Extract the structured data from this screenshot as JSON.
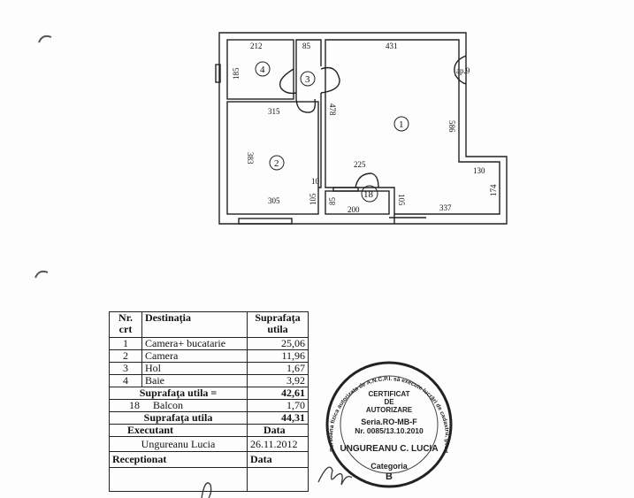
{
  "floor_plan": {
    "rooms": {
      "r1": "1",
      "r2": "2",
      "r3": "3",
      "r4": "4",
      "r18": "18"
    },
    "apartment_label": "ap.9",
    "dimensions": {
      "d212": "212",
      "d85": "85",
      "d431": "431",
      "d185": "185",
      "d315": "315",
      "d478": "478",
      "d586": "586",
      "d383": "383",
      "d225": "225",
      "d130": "130",
      "d10": "10",
      "d105a": "105",
      "d85b": "85",
      "d105b": "105",
      "d174": "174",
      "d305": "305",
      "d200": "200",
      "d337": "337"
    }
  },
  "table": {
    "header": {
      "nr": "Nr.",
      "crt": "crt",
      "destinatia": "Destinaţia",
      "suprafata": "Suprafaţa",
      "utila": "utila"
    },
    "rows": [
      {
        "nr": "1",
        "dest": "Camera+ bucatarie",
        "area": "25,06"
      },
      {
        "nr": "2",
        "dest": "Camera",
        "area": "11,96"
      },
      {
        "nr": "3",
        "dest": "Hol",
        "area": "1,67"
      },
      {
        "nr": "4",
        "dest": "Baie",
        "area": "3,92"
      }
    ],
    "subtotal_label": "Suprafaţa utila   =",
    "subtotal": "42,61",
    "balcon": {
      "nr": "18",
      "dest": "Balcon",
      "area": "1,70"
    },
    "total_label": "Suprafaţa utila",
    "total": "44,31",
    "executant_label": "Executant",
    "data_label": "Data",
    "executant": "Ungureanu  Lucia",
    "executant_date": "26.11.2012",
    "receptionat_label": "Receptionat",
    "receptionat_data_label": "Data"
  },
  "stamp": {
    "ring_text": "Persoana fizica autorizata de A.N.C.P.I. să execute lucrări de cadastru, geodezie şi cartografie",
    "line1": "CERTIFICAT",
    "line2": "DE",
    "line3": "AUTORIZARE",
    "seria": "Seria.RO-MB-F",
    "nr": "Nr. 0085/13.10.2010",
    "name": "UNGUREANU C. LUCIA",
    "categoria": "Categoria",
    "cat_value": "B"
  }
}
